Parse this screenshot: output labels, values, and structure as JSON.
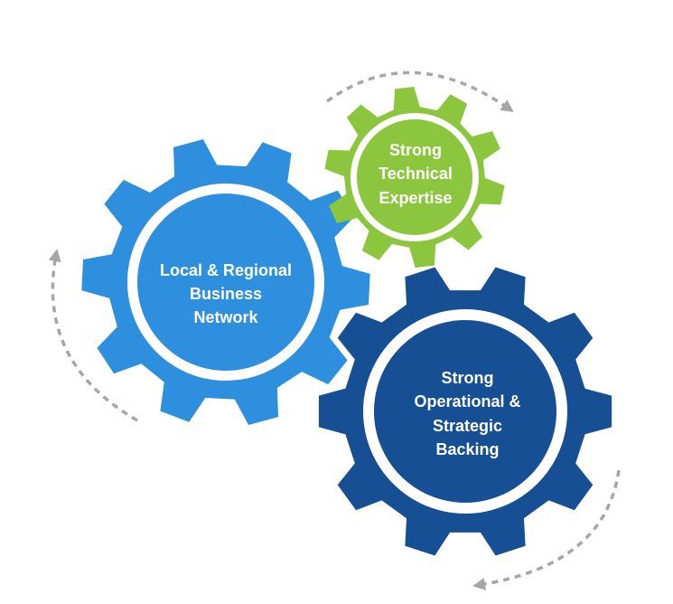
{
  "colors": {
    "network_gear": "#2f8fdf",
    "technical_gear": "#8cc63f",
    "operational_gear": "#164f94",
    "ring": "#ffffff",
    "arrow": "#a6a6a6"
  },
  "icons": [
    "gear-icon",
    "curved-arrow-icon"
  ],
  "gears": {
    "network": {
      "lines": [
        "Local & Regional",
        "Business",
        "Network"
      ]
    },
    "technical": {
      "lines": [
        "Strong",
        "Technical",
        "Expertise"
      ]
    },
    "operational": {
      "lines": [
        "Strong",
        "Operational &",
        "Strategic",
        "Backing"
      ]
    }
  }
}
